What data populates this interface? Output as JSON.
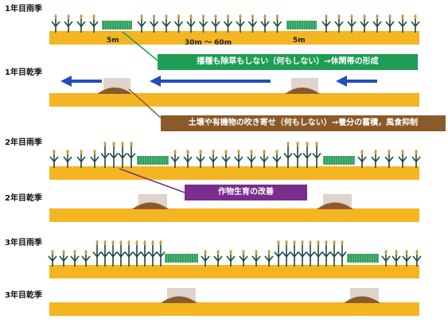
{
  "rows": [
    {
      "label": "1年目雨季",
      "season": "rainy"
    },
    {
      "label": "1年目乾季",
      "season": "dry"
    },
    {
      "label": "2年目雨季",
      "season": "rainy"
    },
    {
      "label": "2年目乾季",
      "season": "dry"
    },
    {
      "label": "3年目雨季",
      "season": "rainy"
    },
    {
      "label": "3年目乾季",
      "season": "dry"
    }
  ],
  "measurements": {
    "left": "5m",
    "middle": "30m ～ 60m",
    "right": "5m"
  },
  "callouts": [
    {
      "text": "播種も除草もしない（何もしない）→休閑帯の形成",
      "color": "#1f9d55"
    },
    {
      "text": "土壌や有機物の吹き寄せ（何もしない）→養分の蓄積，風食抑制",
      "color": "#8b5a2b"
    },
    {
      "text": "作物生育の改善",
      "color": "#7b2d8e"
    }
  ],
  "colors": {
    "field": "#f4b522",
    "fallow": "#2e9e5b",
    "wind_arrow": "#1f4fbf",
    "crop_stem": "#1b4a3a",
    "mound": "#8b5a2b"
  }
}
